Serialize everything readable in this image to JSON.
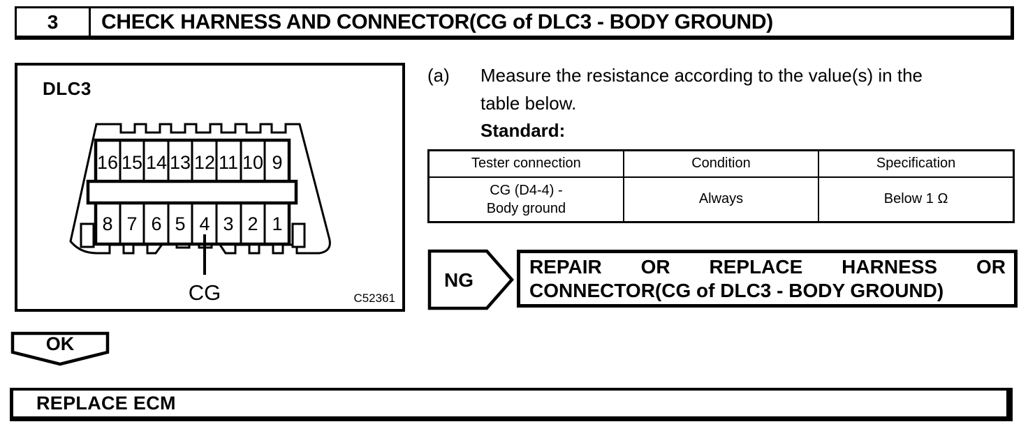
{
  "header": {
    "step_number": "3",
    "title": "CHECK HARNESS AND CONNECTOR(CG of DLC3 - BODY GROUND)"
  },
  "figure": {
    "label": "DLC3",
    "figure_code": "C52361",
    "pin_highlight_label": "CG",
    "top_row_pins": [
      "16",
      "15",
      "14",
      "13",
      "12",
      "11",
      "10",
      "9"
    ],
    "bottom_row_pins": [
      "8",
      "7",
      "6",
      "5",
      "4",
      "3",
      "2",
      "1"
    ]
  },
  "instruction": {
    "list_marker": "(a)",
    "text_line1": "Measure the resistance according to the value(s) in the",
    "text_line2": "table below.",
    "standard_label": "Standard:"
  },
  "spec_table": {
    "headers": [
      "Tester connection",
      "Condition",
      "Specification"
    ],
    "rows": [
      {
        "tester_connection_line1": "CG (D4-4) -",
        "tester_connection_line2": "Body ground",
        "condition": "Always",
        "specification": "Below 1 Ω"
      }
    ]
  },
  "ng_branch": {
    "label": "NG",
    "action_line1": "REPAIR OR REPLACE HARNESS OR",
    "action_line2": "CONNECTOR(CG of DLC3 - BODY GROUND)"
  },
  "ok_branch": {
    "label": "OK"
  },
  "final_action": {
    "label": "REPLACE ECM"
  },
  "colors": {
    "ink": "#000000",
    "background": "#ffffff"
  }
}
